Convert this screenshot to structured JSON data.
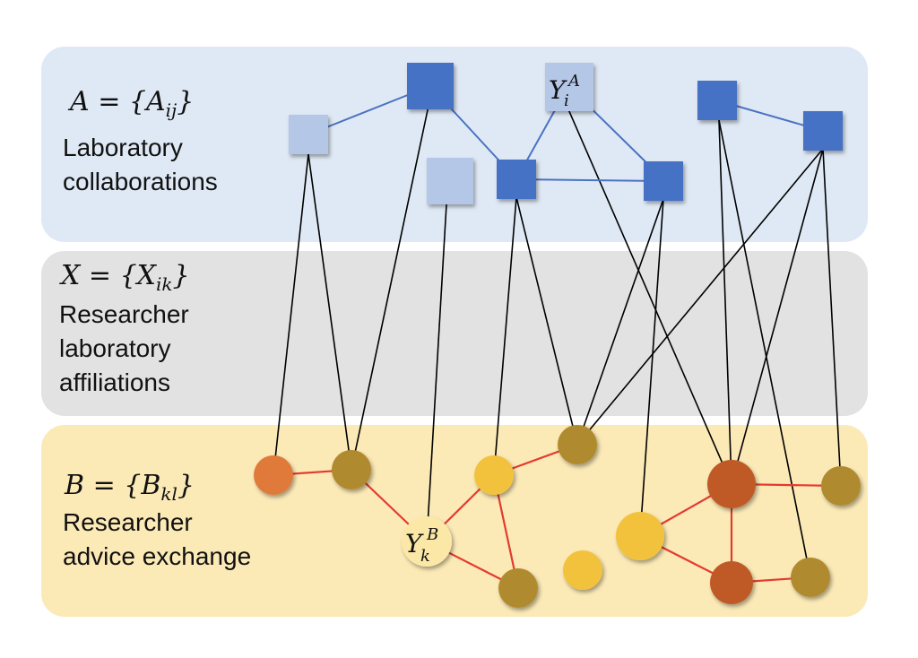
{
  "colors": {
    "band_a": "#dfe9f5",
    "band_x": "#e2e2e3",
    "band_b": "#fbe9b6",
    "square_dark": "#4472c4",
    "square_light": "#b4c7e7",
    "edge_a": "#4a72c2",
    "edge_b": "#e33b2f",
    "edge_x": "#000000",
    "node_orange": "#e07a3a",
    "node_olive": "#b08a2e",
    "node_gold": "#f3c23c",
    "node_rust": "#bf5a28",
    "node_cream": "#fbe8a6"
  },
  "layer_a": {
    "formula_lhs": "A",
    "formula_rhs": "{A",
    "formula_sub": "ij",
    "formula_close": "}",
    "desc_line1": "Laboratory",
    "desc_line2": "collaborations",
    "focal_label": "Y",
    "focal_sub": "i",
    "focal_sup": "A"
  },
  "layer_x": {
    "formula_lhs": "X",
    "formula_rhs": "{X",
    "formula_sub": "ik",
    "formula_close": "}",
    "desc_line1": "Researcher",
    "desc_line2": "laboratory",
    "desc_line3": "affiliations"
  },
  "layer_b": {
    "formula_lhs": "B",
    "formula_rhs": "{B",
    "formula_sub": "kl",
    "formula_close": "}",
    "desc_line1": "Researcher",
    "desc_line2": "advice exchange",
    "focal_label": "Y",
    "focal_sub": "k",
    "focal_sup": "B"
  }
}
